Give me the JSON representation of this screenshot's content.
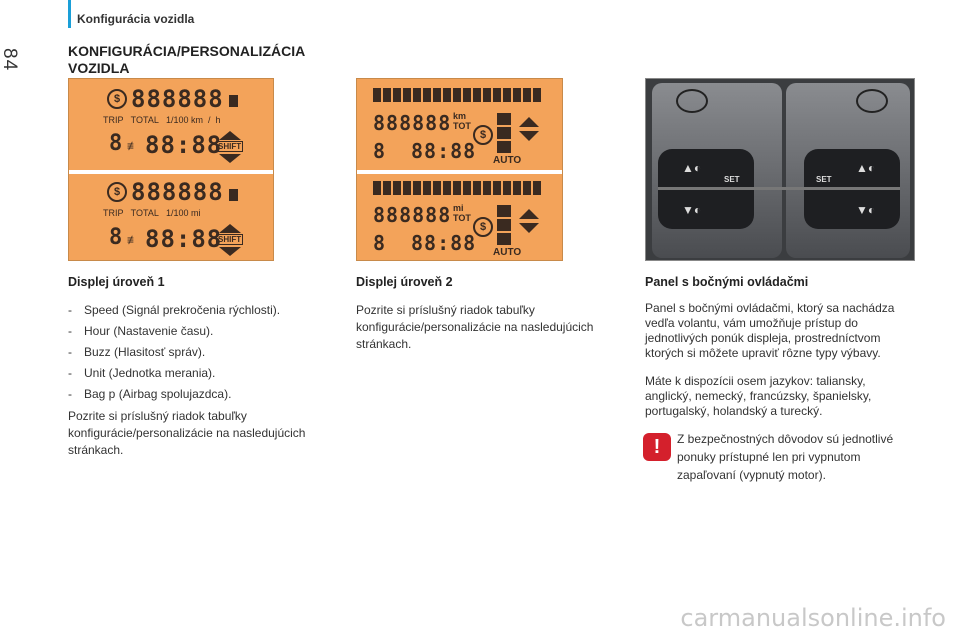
{
  "header": {
    "section": "Konfigurácia vozidla",
    "page_number": "84"
  },
  "title": "KONFIGURÁCIA/PERSONALIZÁCIA VOZIDLA",
  "col1": {
    "display": {
      "top": {
        "digits1": "888888",
        "labels": "TRIP   TOTAL   1/100 km  /  h",
        "gear": "8",
        "time": "88:88",
        "shift": "SHIFT"
      },
      "bottom": {
        "digits1": "888888",
        "labels": "TRIP   TOTAL   1/100 mi",
        "gear": "8",
        "time": "88:88",
        "shift": "SHIFT"
      }
    },
    "heading": "Displej úroveň 1",
    "items": [
      "Speed (Signál prekročenia rýchlosti).",
      "Hour (Nastavenie času).",
      "Buzz (Hlasitosť správ).",
      "Unit (Jednotka merania).",
      "Bag p (Airbag spolujazdca)."
    ],
    "bullet": "-",
    "note": "Pozrite si príslušný riadok tabuľky konfigurácie/personalizácie na nasledujúcich stránkach."
  },
  "col2": {
    "display": {
      "top": {
        "digits": "888888",
        "unit1": "km",
        "unit2": "TOT",
        "gear": "8",
        "time": "88:88",
        "auto": "AUTO"
      },
      "bottom": {
        "digits": "888888",
        "unit1": "mi",
        "unit2": "TOT",
        "gear": "8",
        "time": "88:88",
        "auto": "AUTO"
      }
    },
    "heading": "Displej úroveň 2",
    "note": "Pozrite si príslušný riadok tabuľky konfigurácie/personalizácie na nasledujúcich stránkach."
  },
  "col3": {
    "photo": {
      "set_label": "SET"
    },
    "heading": "Panel s bočnými ovládačmi",
    "para1": "Panel s bočnými ovládačmi, ktorý sa nachádza vedľa volantu, vám umožňuje prístup do jednotlivých ponúk displeja, prostredníctvom ktorých si môžete upraviť rôzne typy výbavy.",
    "para2": "Máte k dispozícii osem jazykov: taliansky, anglický, nemecký, francúzsky, španielsky, portugalský, holandský a turecký.",
    "warning": "Z bezpečnostných dôvodov sú jednotlivé ponuky prístupné len pri vypnutom zapaľovaní (vypnutý motor)."
  },
  "footer": "carmanualsonline.info"
}
